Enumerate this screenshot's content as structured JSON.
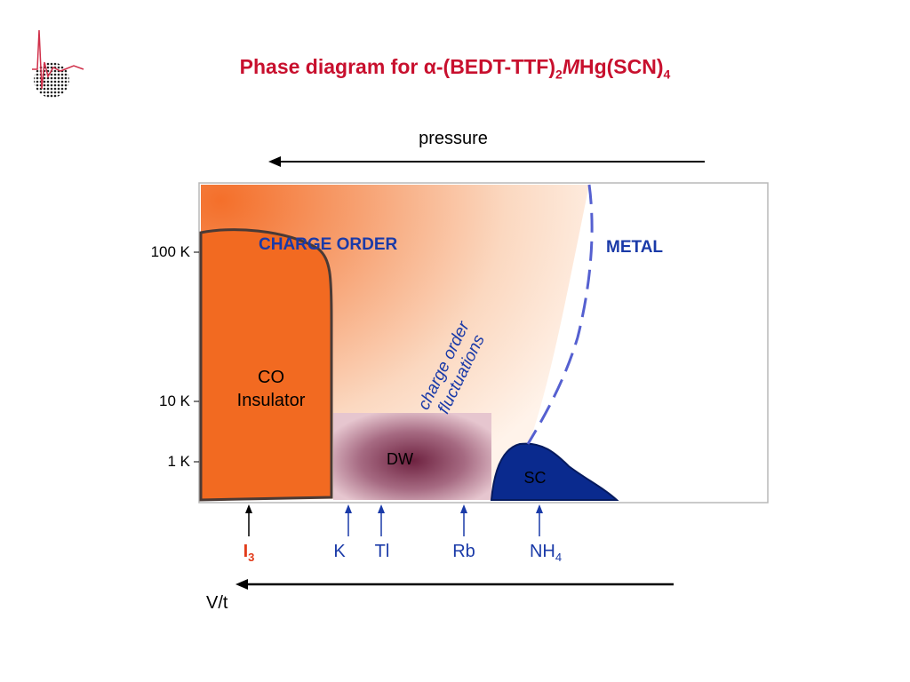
{
  "title": {
    "main": "Phase diagram for ",
    "alpha": "α",
    "formula_a": "-(BEDT-TTF)",
    "sub_a": "2",
    "formula_m": "M",
    "formula_b": "Hg(SCN)",
    "sub_b": "4"
  },
  "pressure_label": "pressure",
  "vt_label": "V/t",
  "y_ticks": [
    "100 K",
    "10 K",
    "1 K"
  ],
  "regions": {
    "charge_order": "CHARGE ORDER",
    "metal": "METAL",
    "co_line1": "CO",
    "co_line2": "Insulator",
    "dw": "DW",
    "sc": "SC",
    "fluct_line1": "charge order",
    "fluct_line2": "fluctuations"
  },
  "compounds": [
    {
      "main": "I",
      "sub": "3"
    },
    {
      "main": "K",
      "sub": ""
    },
    {
      "main": "Tl",
      "sub": ""
    },
    {
      "main": "Rb",
      "sub": ""
    },
    {
      "main": "NH",
      "sub": "4"
    }
  ],
  "colors": {
    "co_insulator": "#f26a21",
    "charge_order_gradient": "#f7a775",
    "dw": "#7a2a45",
    "sc": "#0a2a8e",
    "metal_boundary": "#5560d0",
    "title": "#c8102e",
    "label_blue": "#1a3aa8",
    "i3": "#e23b1a"
  }
}
